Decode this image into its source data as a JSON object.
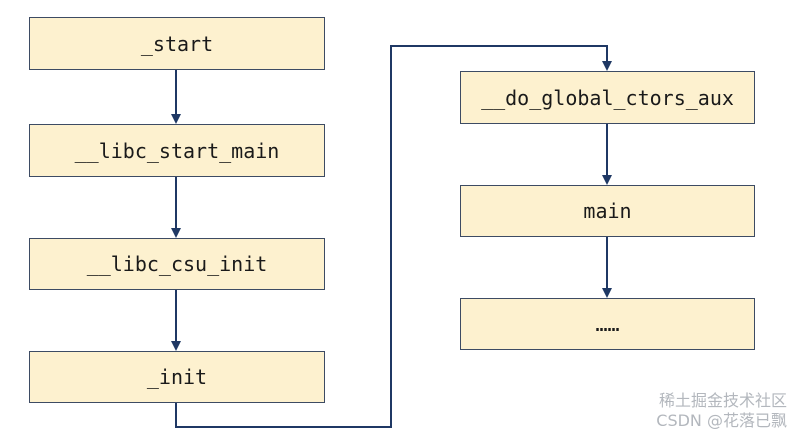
{
  "nodes": {
    "start": "_start",
    "libc_start_main": "__libc_start_main",
    "libc_csu_init": "__libc_csu_init",
    "init": "_init",
    "do_global_ctors_aux": "__do_global_ctors_aux",
    "main": "main",
    "ellipsis": "……"
  },
  "watermark": {
    "line1": "稀土掘金技术社区",
    "line2": "CSDN @花落已飘"
  },
  "colors": {
    "box_fill": "#fdf1cf",
    "box_border": "#3d4b63",
    "arrow": "#1f3864"
  }
}
